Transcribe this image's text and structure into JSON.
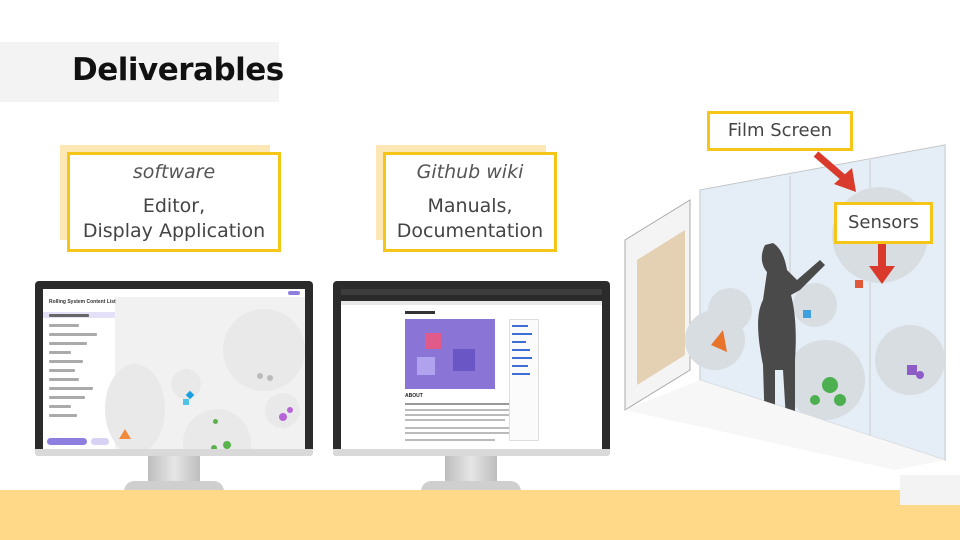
{
  "slide": {
    "title": "Deliverables"
  },
  "cards": [
    {
      "kind": "software",
      "desc_line1": "Editor,",
      "desc_line2": "Display Application"
    },
    {
      "kind": "Github wiki",
      "desc_line1": "Manuals,",
      "desc_line2": "Documentation"
    }
  ],
  "installation": {
    "film_screen_label": "Film Screen",
    "sensors_label": "Sensors"
  },
  "editor_app": {
    "sidebar_title": "Rolling System Content List",
    "wiki_heading": "ABOUT"
  },
  "colors": {
    "accent_yellow": "#f5c518",
    "band_yellow": "#ffd987",
    "arrow_red": "#d93a2b",
    "ui_purple": "#8c7fe0"
  }
}
